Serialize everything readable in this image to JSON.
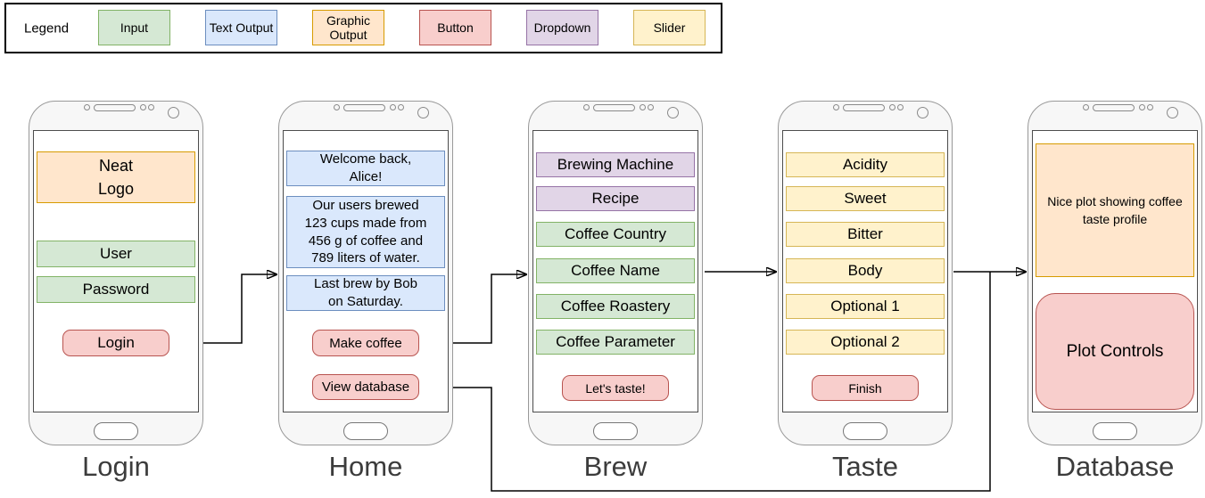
{
  "legend": {
    "title": "Legend",
    "items": [
      {
        "id": "input",
        "label": "Input"
      },
      {
        "id": "text-output",
        "label": "Text Output"
      },
      {
        "id": "graphic-output",
        "label": "Graphic Output"
      },
      {
        "id": "button",
        "label": "Button"
      },
      {
        "id": "dropdown",
        "label": "Dropdown"
      },
      {
        "id": "slider",
        "label": "Slider"
      }
    ]
  },
  "colors": {
    "input_fill": "#d5e8d4",
    "input_stroke": "#82b366",
    "text_output_fill": "#dae8fc",
    "text_output_stroke": "#6c8ebf",
    "graphic_output_fill": "#ffe6cc",
    "graphic_output_stroke": "#d79b00",
    "button_fill": "#f8cecc",
    "button_stroke": "#b85450",
    "dropdown_fill": "#e1d5e7",
    "dropdown_stroke": "#9673a6",
    "slider_fill": "#fff2cc",
    "slider_stroke": "#d6b656"
  },
  "screens": {
    "login": {
      "label": "Login",
      "logo": "Neat\nLogo",
      "inputs": [
        "User",
        "Password"
      ],
      "button": "Login"
    },
    "home": {
      "label": "Home",
      "outputs": [
        "Welcome back,\nAlice!",
        "Our users brewed\n123 cups made from\n456 g of coffee and\n789 liters of water.",
        "Last brew by Bob\non Saturday."
      ],
      "buttons": [
        "Make coffee",
        "View database"
      ]
    },
    "brew": {
      "label": "Brew",
      "dropdowns": [
        "Brewing Machine",
        "Recipe"
      ],
      "inputs": [
        "Coffee Country",
        "Coffee Name",
        "Coffee Roastery",
        "Coffee Parameter"
      ],
      "button": "Let's taste!"
    },
    "taste": {
      "label": "Taste",
      "sliders": [
        "Acidity",
        "Sweet",
        "Bitter",
        "Body",
        "Optional 1",
        "Optional 2"
      ],
      "button": "Finish"
    },
    "database": {
      "label": "Database",
      "graphic_output": "Nice plot showing coffee\ntaste profile",
      "button": "Plot Controls"
    }
  }
}
